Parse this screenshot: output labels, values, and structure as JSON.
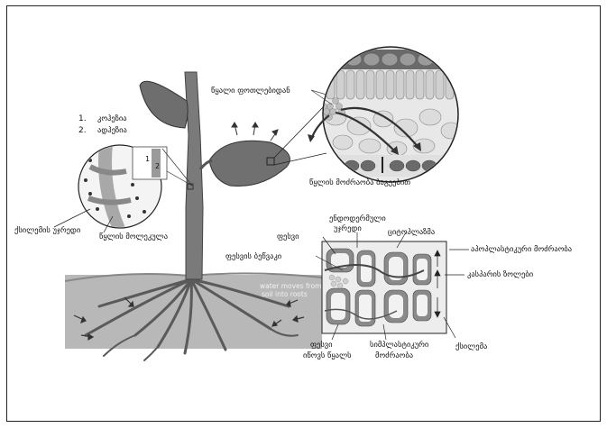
{
  "legend": {
    "item1_num": "1.",
    "item1_text": "კოჰეზია",
    "item2_num": "2.",
    "item2_text": "ადჰეზია"
  },
  "labels": {
    "leaf_water": "წყალი ფოთლებიდან",
    "water_movement_stomata": "წყლის მოძრაობა ბაგეებით",
    "xylem_vessel": "ქსილემის უჯრედი",
    "water_molecule": "წყლის მოლეკულა",
    "root_hair": "ფესვის ბეწვაკი",
    "root": "ფესვი",
    "endodermis_line1": "ენდოდერმული",
    "endodermis_line2": "უჯრედი",
    "cytoplasm": "ციტოპლაზმა",
    "apoplast": "აპოპლასტიკური მოძრაობა",
    "casparian": "კასპარის ზოლები",
    "symplast_line1": "სიმპლასტიკური",
    "symplast_line2": "მოძრაობა",
    "root_absorbs_line1": "ფესვი",
    "root_absorbs_line2": "იწოვს წყალს",
    "xylem": "ქსილემა",
    "soil_note_line1": "water moves from",
    "soil_note_line2": "soil into roots"
  },
  "inset_numbers": {
    "n1": "1",
    "n2": "2"
  }
}
